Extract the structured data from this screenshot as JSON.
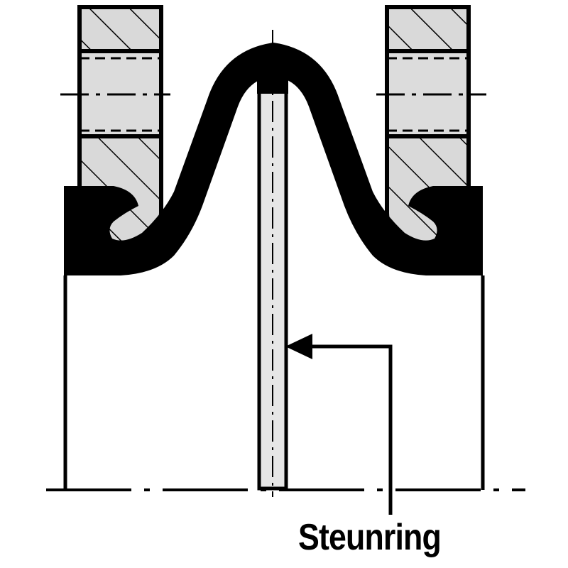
{
  "callout": {
    "label": "Steunring"
  },
  "colors": {
    "ink": "#000000",
    "hatch_fill": "#d9d9d9",
    "ring_fill": "#e6e6e6",
    "background": "#ffffff"
  },
  "parts": [
    "flange-left",
    "flange-right",
    "rubber-bellows",
    "support-ring",
    "pipe-walls"
  ]
}
